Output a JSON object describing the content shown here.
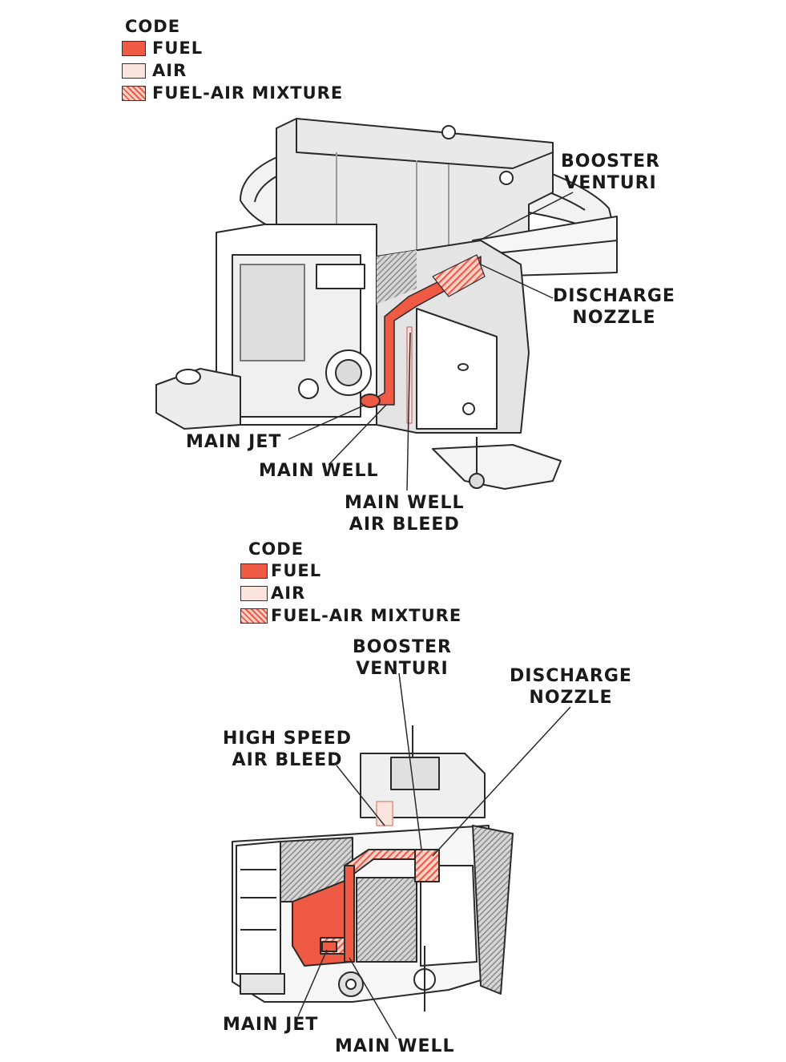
{
  "legend_top": {
    "title": "CODE",
    "items": [
      {
        "label": "FUEL",
        "key": "fuel"
      },
      {
        "label": "AIR",
        "key": "air"
      },
      {
        "label": "FUEL-AIR MIXTURE",
        "key": "mix"
      }
    ]
  },
  "legend_bottom": {
    "title": "CODE",
    "items": [
      {
        "label": "FUEL",
        "key": "fuel"
      },
      {
        "label": "AIR",
        "key": "air"
      },
      {
        "label": "FUEL-AIR MIXTURE",
        "key": "mix"
      }
    ]
  },
  "top_diagram": {
    "booster_venturi": [
      "BOOSTER",
      "VENTURI"
    ],
    "discharge_nozzle": [
      "DISCHARGE",
      "NOZZLE"
    ],
    "main_jet": "MAIN JET",
    "main_well": "MAIN WELL",
    "main_well_air_bleed": [
      "MAIN WELL",
      "AIR BLEED"
    ]
  },
  "bottom_diagram": {
    "booster_venturi": [
      "BOOSTER",
      "VENTURI"
    ],
    "discharge_nozzle": [
      "DISCHARGE",
      "NOZZLE"
    ],
    "high_speed_air_bleed": [
      "HIGH SPEED",
      "AIR BLEED"
    ],
    "main_jet": "MAIN JET",
    "main_well": "MAIN WELL"
  },
  "colors": {
    "fuel": "#ef5a45",
    "air": "#fbe4de",
    "mixture": "#f4a294",
    "line": "#2a2a2a",
    "shade": "#b9b9b9"
  }
}
